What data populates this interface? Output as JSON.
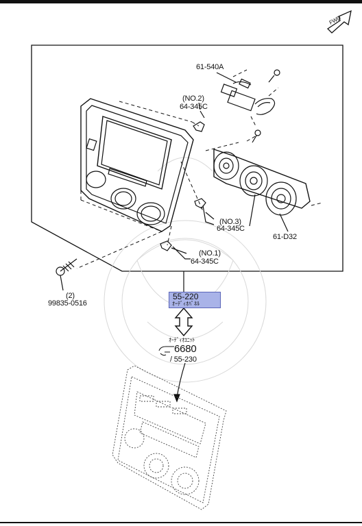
{
  "fwd_label": "FWD",
  "colors": {
    "line": "#111111",
    "highlight": "#a9b3e8",
    "highlight_border": "#5a64b8"
  },
  "labels": {
    "part_61_540a": "61-540A",
    "no2": "(NO.2)",
    "part_64_345c_no2": "64-345C",
    "no3": "(NO.3)",
    "part_64_345c_no3": "64-345C",
    "no1": "(NO.1)",
    "part_64_345c_no1": "64-345C",
    "part_61_d32": "61-D32",
    "screw_qty": "(2)",
    "screw_part": "99835-0516",
    "highlight_part": "55-220",
    "highlight_sub": "ｵｰﾃﾞｨｵﾊﾟﾈﾙ",
    "ref_sub": "ｵｰﾃﾞｨｵﾕﾆｯﾄ",
    "ref_number": "6680",
    "ref_part": "/ 55-230"
  }
}
